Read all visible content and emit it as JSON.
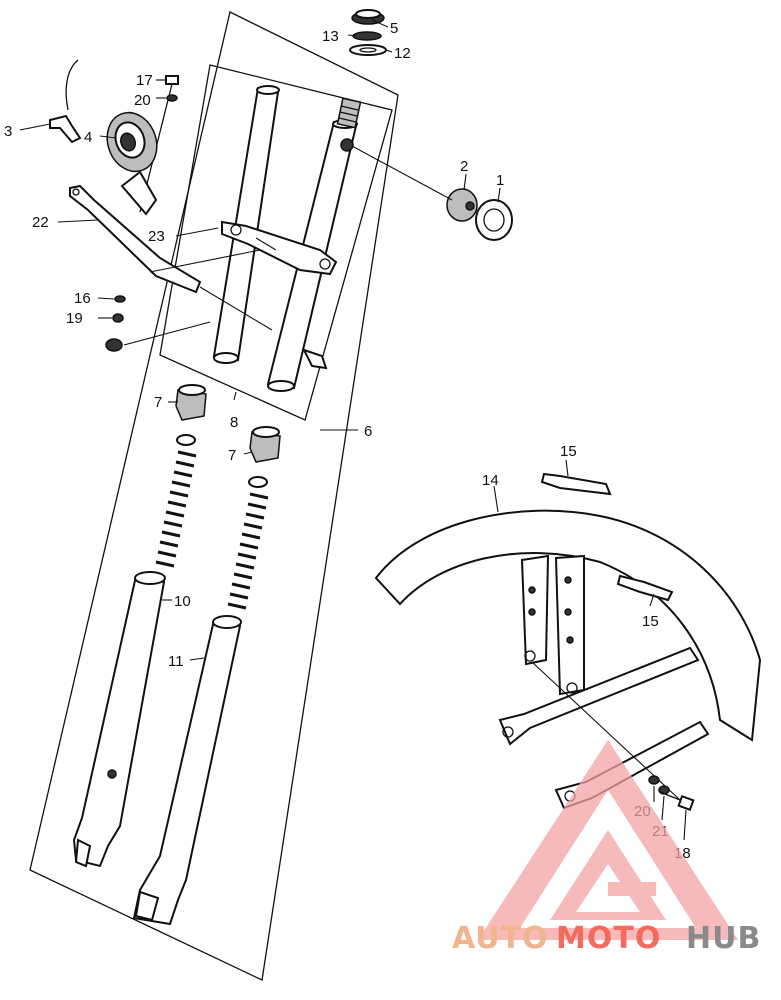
{
  "callouts": {
    "c1": "1",
    "c2": "2",
    "c3": "3",
    "c4": "4",
    "c5": "5",
    "c6": "6",
    "c7a": "7",
    "c7b": "7",
    "c8": "8",
    "c10": "10",
    "c11": "11",
    "c12": "12",
    "c13": "13",
    "c14": "14",
    "c15a": "15",
    "c15b": "15",
    "c16": "16",
    "c17": "17",
    "c18": "18",
    "c19": "19",
    "c20a": "20",
    "c20b": "20",
    "c21": "21",
    "c22": "22",
    "c23": "23"
  },
  "watermark": {
    "part1": "AUTO",
    "part2": "MOTO",
    "part3": "HUB",
    "colors": {
      "auto": "#f2b48c",
      "moto": "#f36b5f",
      "hub": "#8a8a8a",
      "triangle": "#f4a3a3"
    }
  }
}
